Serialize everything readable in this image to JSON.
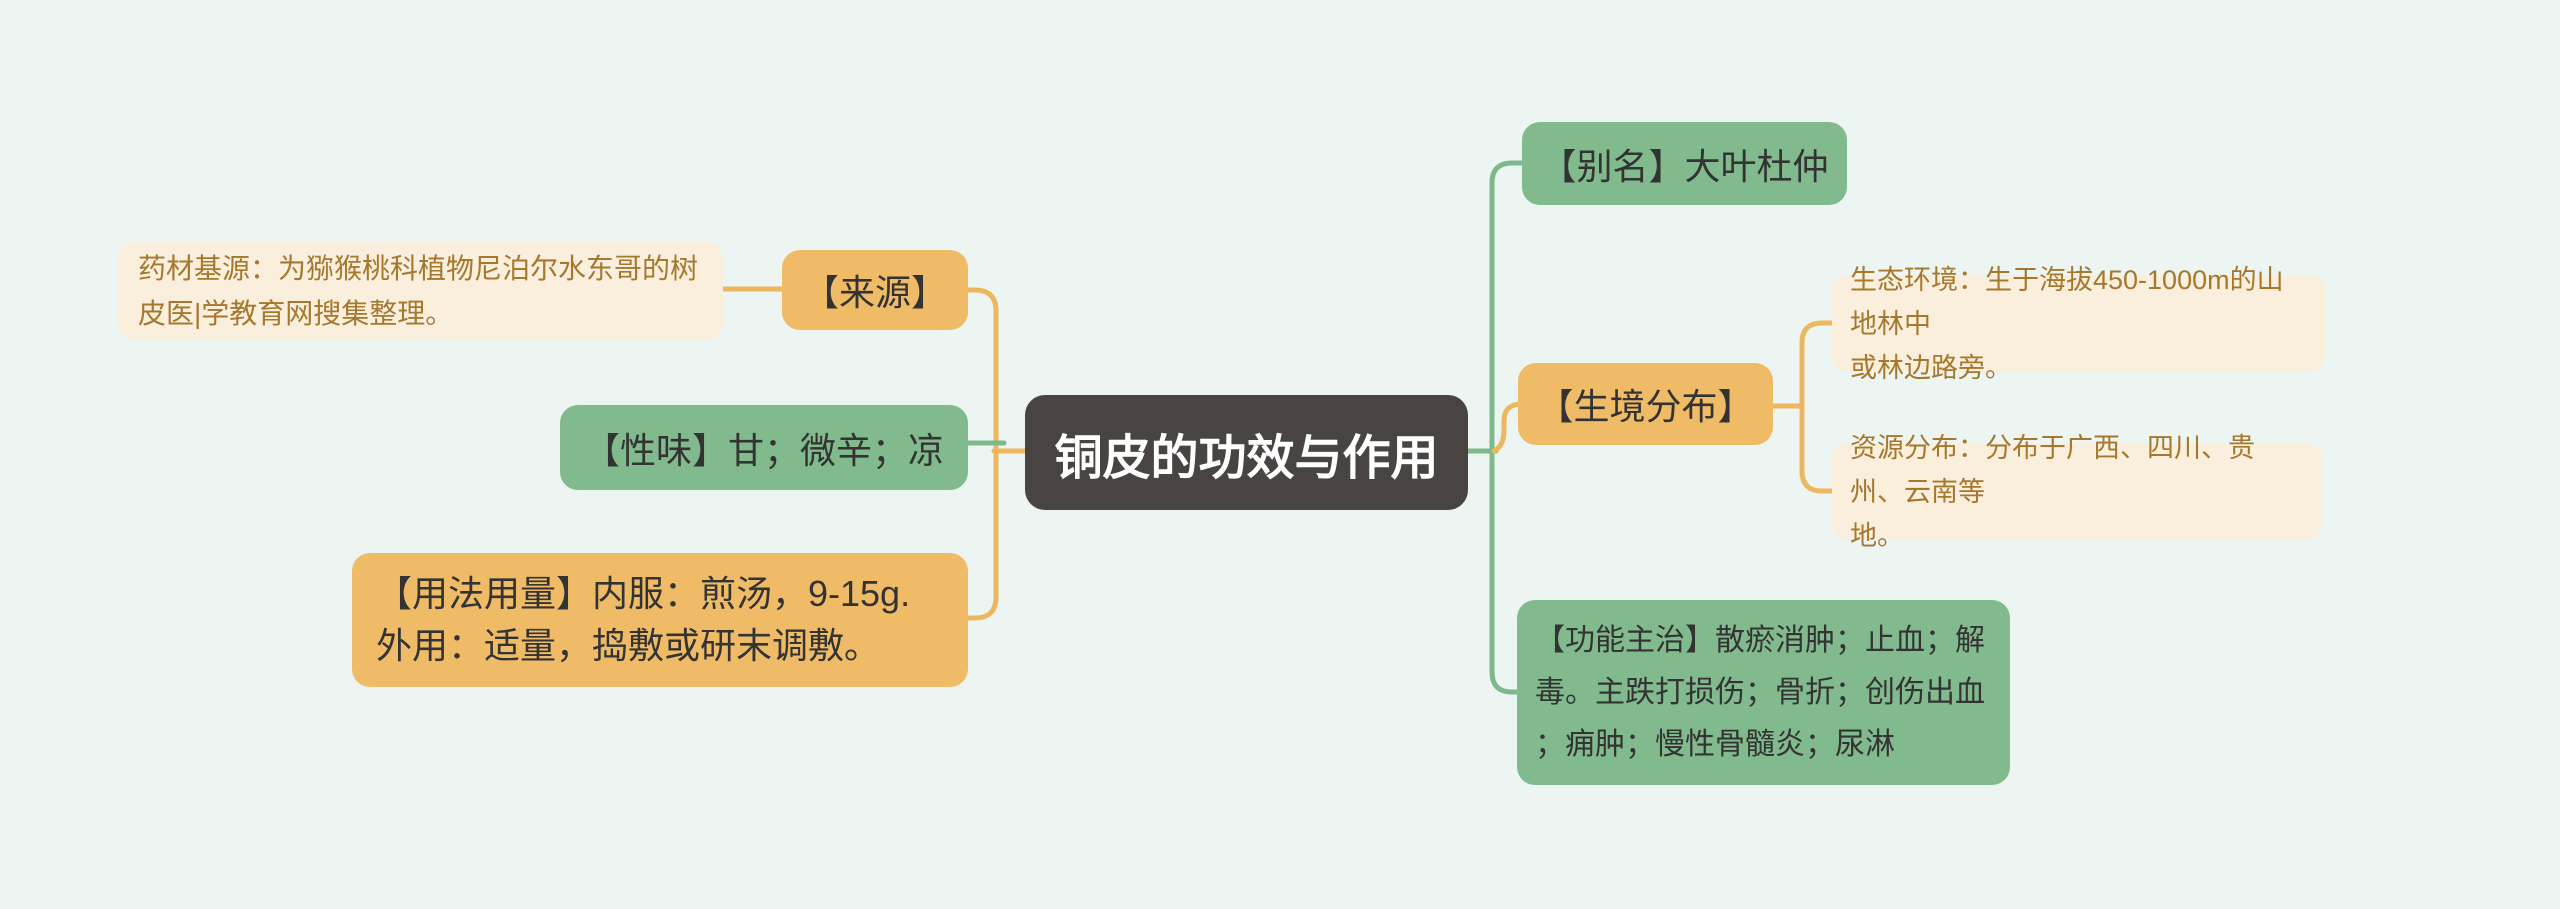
{
  "colors": {
    "background": "#ECF5F1",
    "central_fill": "#494342",
    "central_text": "#FFFFFF",
    "branch_orange": "#EFBB66",
    "branch_green": "#81BA8D",
    "note_cream": "#FAEFDC",
    "note_text": "#A5782D",
    "branch_text": "#333333",
    "connector_orange": "#EDB75F",
    "connector_green": "#7CBA8B"
  },
  "central": {
    "title": "铜皮的功效与作用"
  },
  "left": {
    "source_note": "药材基源：为猕猴桃科植物尼泊尔水东哥的树\n皮医|学教育网搜集整理。",
    "source": "【来源】",
    "taste": "【性味】甘；微辛；凉",
    "dosage": "【用法用量】内服：煎汤，9-15g.\n外用：适量，捣敷或研末调敷。"
  },
  "right": {
    "alias": "【别名】大叶杜仲",
    "habitat": "【生境分布】",
    "eco_environment": "生态环境：生于海拔450-1000m的山地林中\n或林边路旁。",
    "resource_distribution": "资源分布：分布于广西、四川、贵州、云南等\n地。",
    "functions": "【功能主治】散瘀消肿；止血；解\n毒。主跌打损伤；骨折；创伤出血\n；痈肿；慢性骨髓炎；尿淋"
  }
}
